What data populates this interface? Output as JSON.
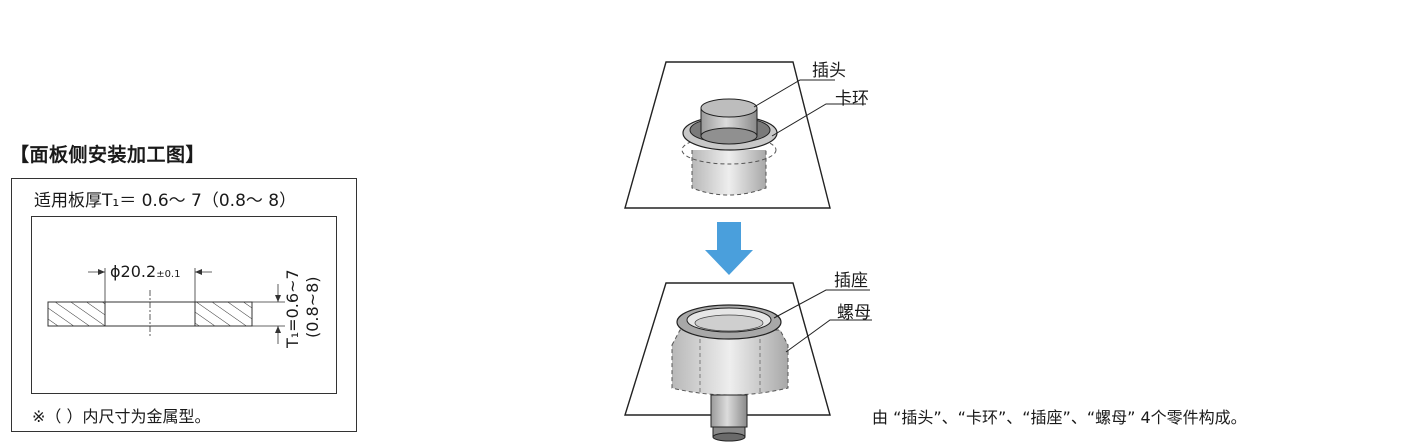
{
  "left_panel": {
    "title": "【面板侧安装加工图】",
    "spec": "适用板厚T₁＝ 0.6～ 7（0.8～ 8）",
    "diameter": "ϕ20.2",
    "tolerance": "±0.1",
    "thickness_main": "T₁=0.6~7",
    "thickness_alt": "(0.8~8)",
    "note": "※（ ）内尺寸为金属型。"
  },
  "right_panel": {
    "labels": {
      "plug": "插头",
      "clip_ring": "卡环",
      "socket": "插座",
      "nut": "螺母"
    },
    "caption": "由 “插头”、“卡环”、“插座”、“螺母” 4个零件构成。",
    "arrow_color": "#4a9fdc"
  }
}
